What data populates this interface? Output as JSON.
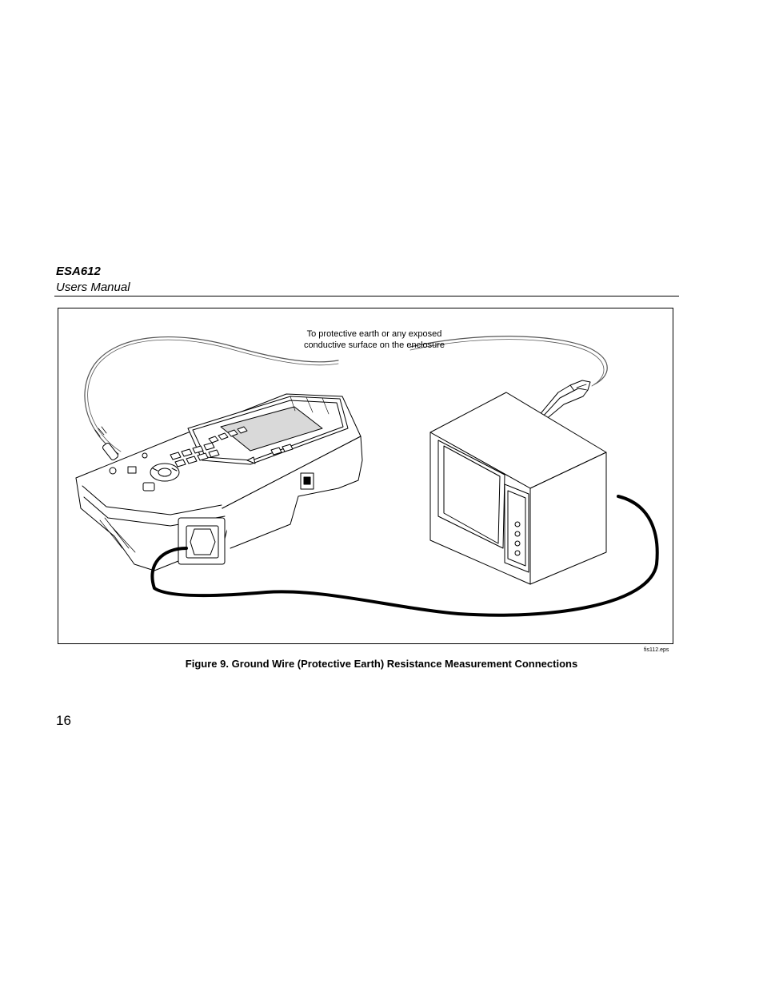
{
  "header": {
    "title": "ESA612",
    "subtitle": "Users Manual"
  },
  "figure": {
    "callout_line1": "To protective earth or any exposed",
    "callout_line2": "conductive surface on the enclosure",
    "file_id": "fis112.eps",
    "caption": "Figure 9. Ground Wire (Protective Earth) Resistance Measurement Connections"
  },
  "footer": {
    "page_number": "16"
  }
}
